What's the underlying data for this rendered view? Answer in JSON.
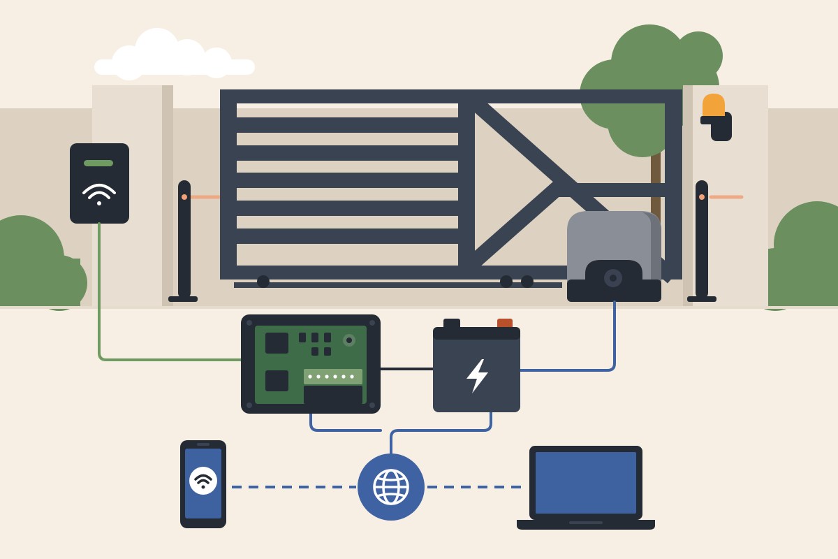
{
  "diagram": {
    "kind": "automatic sliding gate smart control system illustration",
    "labels": [],
    "components": [
      "wifi-keypad",
      "sliding-gate",
      "gate-motor",
      "safety-photocell-left",
      "safety-photocell-right",
      "warning-lamp",
      "control-board",
      "backup-battery",
      "internet-hub",
      "smartphone",
      "laptop"
    ],
    "connections": [
      {
        "from": "wifi-keypad",
        "to": "control-board",
        "style": "solid"
      },
      {
        "from": "control-board",
        "to": "backup-battery",
        "style": "solid"
      },
      {
        "from": "backup-battery",
        "to": "gate-motor",
        "style": "solid"
      },
      {
        "from": "control-board",
        "to": "internet-hub",
        "style": "solid"
      },
      {
        "from": "backup-battery",
        "to": "internet-hub",
        "style": "solid"
      },
      {
        "from": "smartphone",
        "to": "internet-hub",
        "style": "dashed"
      },
      {
        "from": "internet-hub",
        "to": "laptop",
        "style": "dashed"
      }
    ],
    "icons": [
      "wifi-icon",
      "lightning-icon",
      "globe-icon",
      "cloud-icon",
      "tree-icon",
      "warning-lamp-icon"
    ]
  },
  "colors": {
    "background": "#f7efe4",
    "wall": "#ddd2c1",
    "pillar": "#e8dfd2",
    "gate": "#3a4352",
    "device_dark": "#252b34",
    "motor_gray": "#8a8e96",
    "board_green": "#3e6b48",
    "foliage": "#6b8f5e",
    "wire_green": "#6f9a62",
    "wire_blue": "#3f62a3",
    "screen_blue": "#3e62a0",
    "lamp_orange": "#f2a33a",
    "beam": "#f0a17a"
  }
}
